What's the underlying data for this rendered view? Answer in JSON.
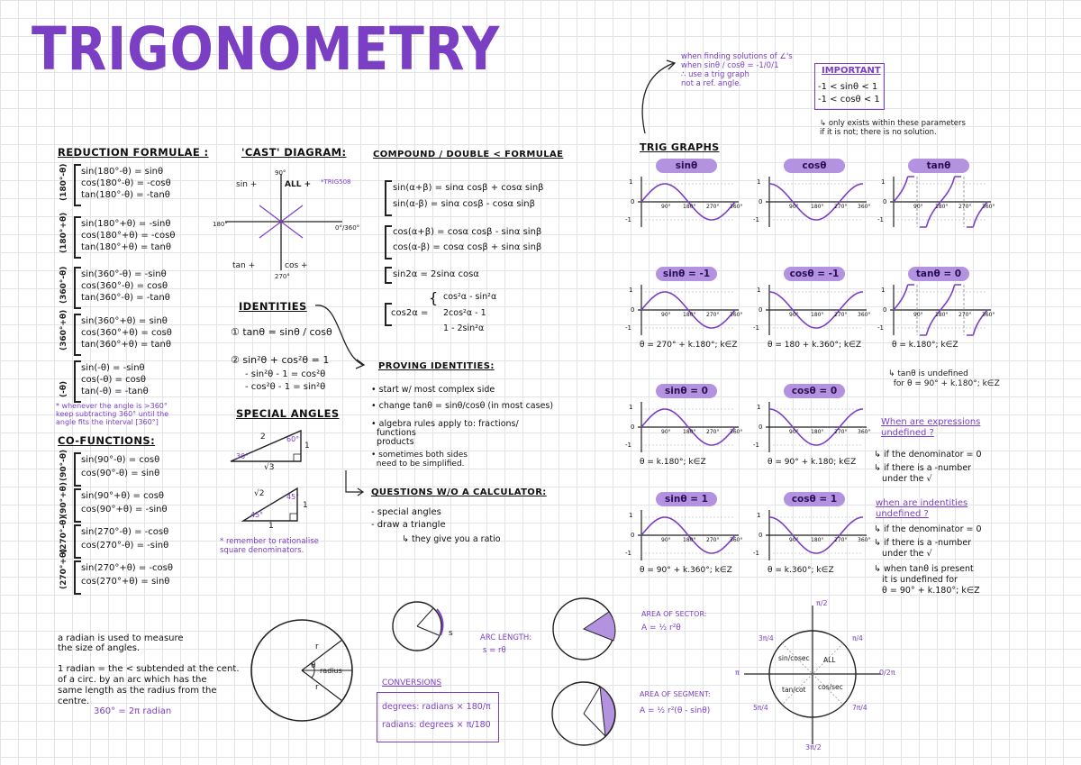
{
  "title": "TRIGONOMETRY",
  "reduction": {
    "heading": "REDUCTION FORMULAE :",
    "groups": [
      {
        "label": "(180°-θ)",
        "lines": [
          "sin(180°-θ) = sinθ",
          "cos(180°-θ) = -cosθ",
          "tan(180°-θ) = -tanθ"
        ]
      },
      {
        "label": "(180°+θ)",
        "lines": [
          "sin(180°+θ) = -sinθ",
          "cos(180°+θ) = -cosθ",
          "tan(180°+θ) = tanθ"
        ]
      },
      {
        "label": "(360°-θ)",
        "lines": [
          "sin(360°-θ) = -sinθ",
          "cos(360°-θ) = cosθ",
          "tan(360°-θ) = -tanθ"
        ]
      },
      {
        "label": "(360°+θ)",
        "lines": [
          "sin(360°+θ) = sinθ",
          "cos(360°+θ) = cosθ",
          "tan(360°+θ) = tanθ"
        ]
      },
      {
        "label": "(-θ)",
        "lines": [
          "sin(-θ) = -sinθ",
          "cos(-θ) = cosθ",
          "tan(-θ) = -tanθ"
        ]
      }
    ],
    "note": "* whenever the angle is >360°\nkeep subtracting 360° until the\nangle fits the interval [360°]"
  },
  "cofunctions": {
    "heading": "CO-FUNCTIONS:",
    "groups": [
      {
        "label": "(90°-θ)",
        "lines": [
          "sin(90°-θ) = cosθ",
          "cos(90°-θ) = sinθ"
        ]
      },
      {
        "label": "(90°+θ)",
        "lines": [
          "sin(90°+θ) = cosθ",
          "cos(90°+θ) = -sinθ"
        ]
      },
      {
        "label": "(270°-θ)",
        "lines": [
          "sin(270°-θ) = -cosθ",
          "cos(270°-θ) = -sinθ"
        ]
      },
      {
        "label": "(270°+θ)",
        "lines": [
          "sin(270°+θ) = -cosθ",
          "cos(270°+θ) = sinθ"
        ]
      }
    ]
  },
  "radian": {
    "line1": "a radian is used to measure\nthe size of angles.",
    "line2": "1 radian = the < subtended at the cent.\nof a circ. by an arc which has the\nsame length as the radius from the\ncentre.",
    "equiv": "360° = 2π radian",
    "radius_label": "radius",
    "r": "r",
    "theta": "θ"
  },
  "cast": {
    "heading": "'CAST' DIAGRAM:",
    "sin": "sin +",
    "all": "ALL +",
    "tan": "tan +",
    "cos": "cos +",
    "deg90": "90°",
    "deg180": "180°",
    "deg270": "270°",
    "deg0": "0°/360°",
    "note": "*TRIG508"
  },
  "identities": {
    "heading": "IDENTITIES",
    "one": "① tanθ = sinθ / cosθ",
    "two": "② sin²θ + cos²θ = 1",
    "two_a": "- sin²θ - 1 = cos²θ",
    "two_b": "- cos²θ - 1 = sin²θ"
  },
  "special": {
    "heading": "SPECIAL ANGLES",
    "t1": {
      "hyp": "2",
      "adj": "√3",
      "opp": "1",
      "a1": "30°",
      "a2": "60°"
    },
    "t2": {
      "hyp": "√2",
      "adj": "1",
      "opp": "1",
      "a1": "45°",
      "a2": "45°"
    },
    "note": "* remember to rationalise\nsquare denominators."
  },
  "compound": {
    "heading": "COMPOUND / DOUBLE < FORMULAE",
    "sin_lines": [
      "sin(α+β) = sinα cosβ + cosα sinβ",
      "sin(α-β) = sinα cosβ - cosα sinβ"
    ],
    "cos_lines": [
      "cos(α+β) = cosα cosβ - sinα sinβ",
      "cos(α-β) = cosα cosβ + sinα sinβ"
    ],
    "sin2": "sin2α = 2sinα cosα",
    "cos2_label": "cos2α =",
    "cos2_lines": [
      "cos²α - sin²α",
      "2cos²α - 1",
      "1 - 2sin²α"
    ]
  },
  "proving": {
    "heading": "PROVING IDENTITIES:",
    "items": [
      "• start w/ most complex side",
      "• change tanθ = sinθ/cosθ (in most cases)",
      "• algebra rules apply to: fractions/\n  functions\n  products",
      "• sometimes both sides\n  need to be simplified."
    ]
  },
  "questions": {
    "heading": "QUESTIONS W/O A CALCULATOR:",
    "items": [
      "- special angles",
      "- draw a triangle",
      "↳ they give you a ratio"
    ]
  },
  "trig_graphs": {
    "heading": "TRIG GRAPHS",
    "note": "when finding solutions of ∠'s\nwhen sinθ / cosθ = -1/0/1\n∴ use a trig graph\nnot a ref. angle.",
    "important_title": "IMPORTANT",
    "important_lines": [
      "-1 < sinθ < 1",
      "-1 < cosθ < 1"
    ],
    "important_note": "↳ only exists within these parameters\nif it is not; there is no solution.",
    "pills": [
      "sinθ",
      "cosθ",
      "tanθ",
      "sinθ = -1",
      "cosθ = -1",
      "tanθ = 0",
      "sinθ = 0",
      "cosθ = 0",
      "sinθ = 1",
      "cosθ = 1"
    ],
    "captions": [
      "θ = 270° + k.180°; k∈Z",
      "θ = 180 + k.360°; k∈Z",
      "θ = k.180°; k∈Z",
      "θ = k.180°; k∈Z",
      "θ = 90° + k.180; k∈Z",
      "θ = 90° + k.360°; k∈Z",
      "θ = k.360°; k∈Z"
    ],
    "tan_note": "↳ tanθ is undefined\n  for θ = 90° + k.180°; k∈Z",
    "ticks": {
      "t90": "90°",
      "t180": "180°",
      "t270": "270°",
      "t360": "360°",
      "one": "1",
      "neg": "-1",
      "zero": "0"
    }
  },
  "undefined": {
    "heading": "When are expressions\nundefined ?",
    "items": [
      "↳ if the denominator = 0",
      "↳ if there is a -number\n   under the √"
    ]
  },
  "indeterminate": {
    "heading": "when are indentities\nundefined ?",
    "items": [
      "↳ if the denominator = 0",
      "↳ if there is a -number\n   under the √",
      "↳ when tanθ is present\n   it is undefined for\n   θ = 90° + k.180°; k∈Z"
    ]
  },
  "arc": {
    "heading": "ARC LENGTH:",
    "formula": "s = rθ",
    "s": "s"
  },
  "conversions": {
    "heading": "CONVERSIONS",
    "line1": "degrees: radians × 180/π",
    "line2": "radians: degrees × π/180"
  },
  "sector": {
    "heading": "AREA OF SECTOR:",
    "formula": "A = ½ r²θ"
  },
  "segment": {
    "heading": "AREA OF SEGMENT:",
    "formula": "A = ½ r²(θ - sinθ)"
  },
  "unit_circle": {
    "top": "π/2",
    "bottom": "3π/2",
    "left": "π",
    "right": "0/2π",
    "q1": "ALL",
    "q2": "sin/cosec",
    "q3": "tan/cot",
    "q4": "cos/sec",
    "p34": "3π/4",
    "p4": "π/4",
    "p54": "5π/4",
    "p74": "7π/4"
  },
  "colors": {
    "accent": "#7b3fc4",
    "pill": "#b393e0",
    "ink": "#111111"
  }
}
